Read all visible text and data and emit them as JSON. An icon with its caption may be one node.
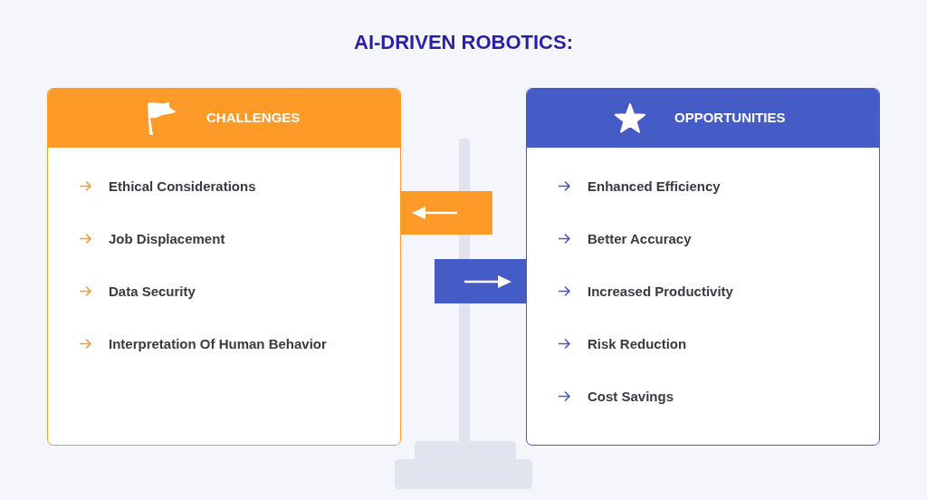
{
  "diagram": {
    "title": "AI-DRIVEN ROBOTICS:",
    "nodes": [
      {
        "text": [
          "CHALLENGES",
          "Ethical Considerations",
          "Job Displacement",
          "Data Security",
          "Interpretation Of Human Behavior"
        ]
      },
      {
        "text": [
          "OPPORTUNITIES",
          "Enhanced Efficiency",
          "Better Accuracy",
          "Increased Productivity",
          "Risk Reduction",
          "Cost Savings"
        ]
      }
    ]
  }
}
